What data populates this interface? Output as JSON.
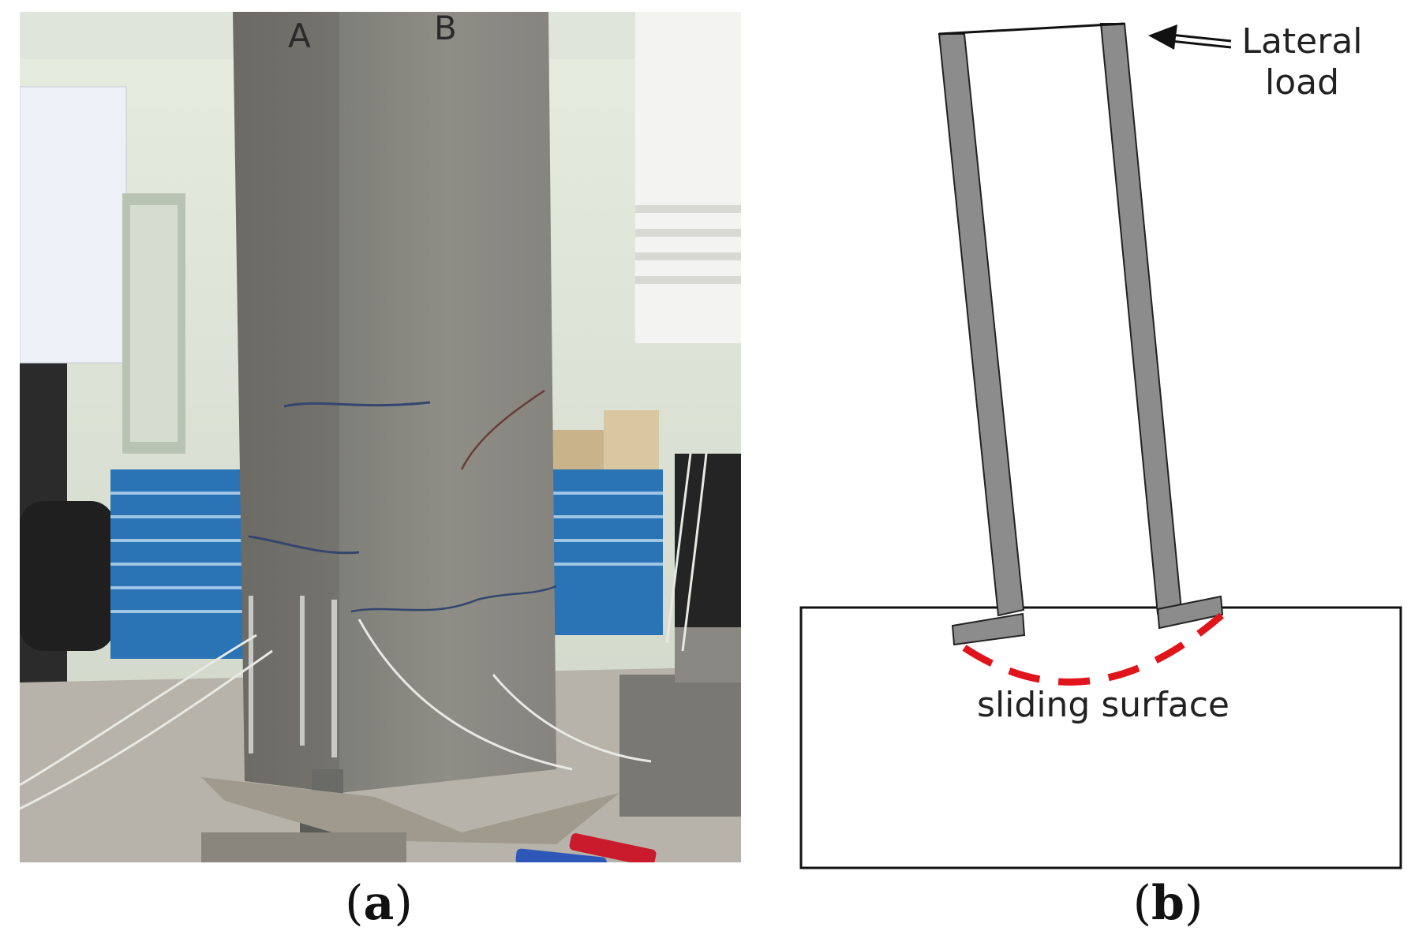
{
  "panels": {
    "a": {
      "caption_open": "(",
      "caption_letter": "a",
      "caption_close": ")"
    },
    "b": {
      "caption_open": "(",
      "caption_letter": "b",
      "caption_close": ")",
      "load_label_line1": "Lateral",
      "load_label_line2": "load",
      "surface_label": "sliding surface"
    }
  },
  "photo_text": {
    "face_a": "A",
    "face_b": "B"
  },
  "colors": {
    "wall_gray": "#8c8c8c",
    "sliding_surface": "#e0141b",
    "outline": "#111111"
  }
}
